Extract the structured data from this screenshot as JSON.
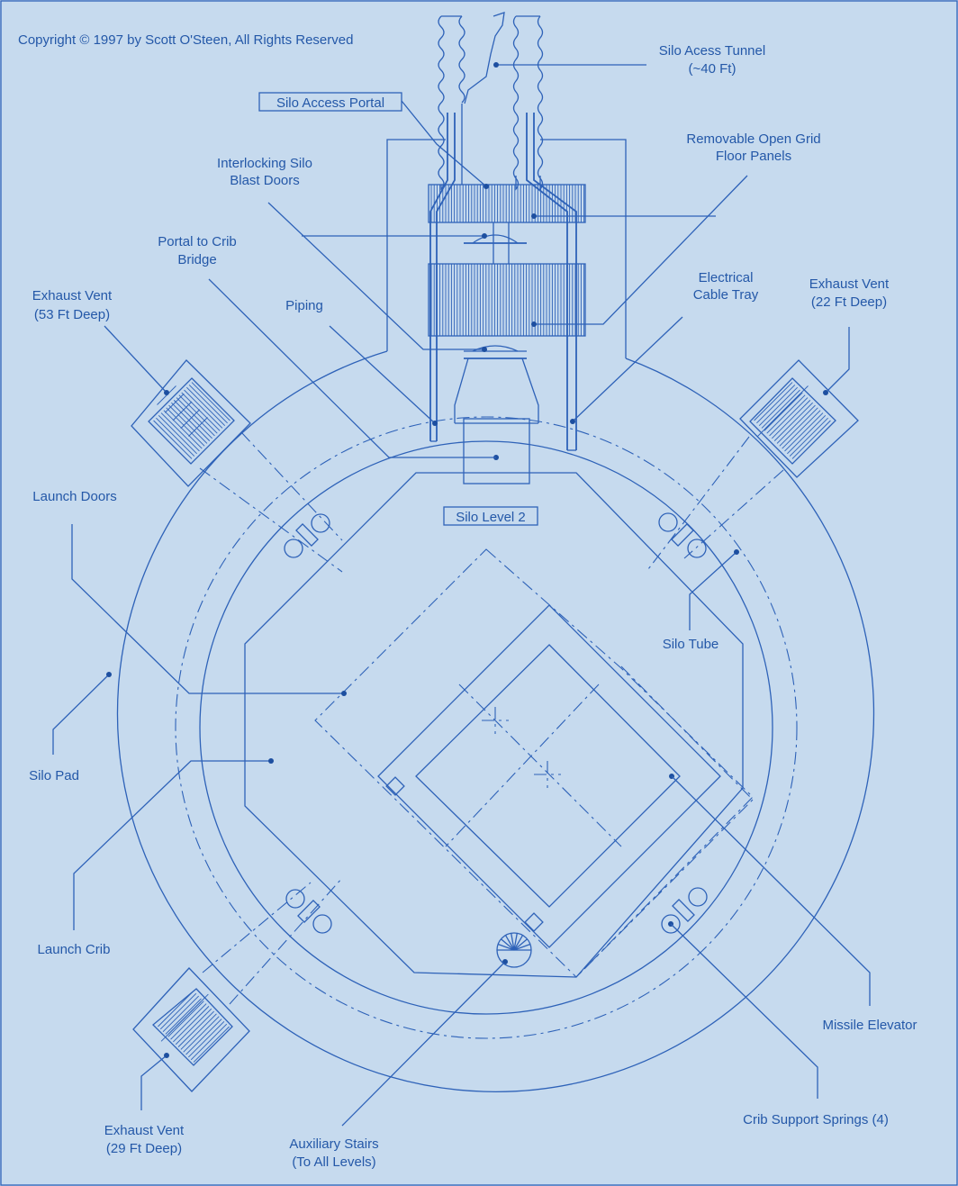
{
  "copyright": "Copyright © 1997 by Scott O'Steen, All Rights Reserved",
  "labels": {
    "silo_access_tunnel": [
      "Silo Acess Tunnel",
      "(~40 Ft)"
    ],
    "silo_access_portal": "Silo Access Portal",
    "removable_grid": [
      "Removable Open Grid",
      "Floor Panels"
    ],
    "blast_doors": [
      "Interlocking Silo",
      "Blast Doors"
    ],
    "portal_bridge": [
      "Portal to Crib",
      "Bridge"
    ],
    "electrical_tray": [
      "Electrical",
      "Cable Tray"
    ],
    "exhaust_53": [
      "Exhaust Vent",
      "(53 Ft Deep)"
    ],
    "exhaust_22": [
      "Exhaust Vent",
      "(22 Ft Deep)"
    ],
    "exhaust_29": [
      "Exhaust Vent",
      "(29 Ft Deep)"
    ],
    "piping": "Piping",
    "launch_doors": "Launch Doors",
    "silo_level_2": "Silo Level 2",
    "silo_tube": "Silo Tube",
    "silo_pad": "Silo Pad",
    "launch_crib": "Launch Crib",
    "missile_elevator": "Missile Elevator",
    "crib_springs": "Crib Support Springs (4)",
    "aux_stairs": [
      "Auxiliary Stairs",
      "(To All Levels)"
    ]
  },
  "colors": {
    "background": "#c6daee",
    "line": "#2e62b8",
    "text": "#2458a8"
  }
}
